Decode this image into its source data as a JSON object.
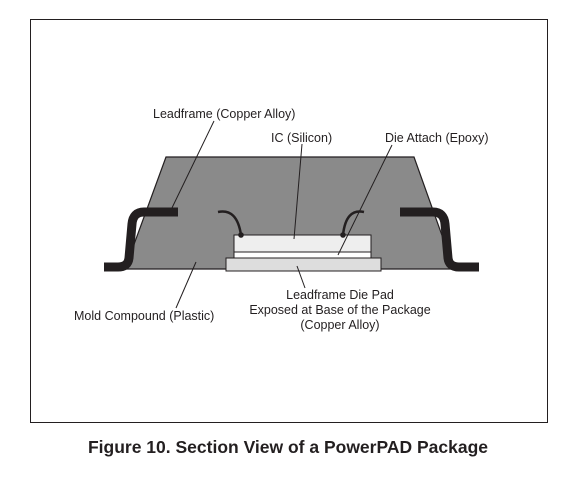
{
  "labels": {
    "leadframe": "Leadframe (Copper Alloy)",
    "ic": "IC (Silicon)",
    "die_attach": "Die Attach (Epoxy)",
    "mold_compound": "Mold Compound (Plastic)",
    "die_pad_line1": "Leadframe Die Pad",
    "die_pad_line2": "Exposed at Base of the Package",
    "die_pad_line3": "(Copper Alloy)"
  },
  "caption": "Figure 10. Section View of a PowerPAD Package",
  "colors": {
    "mold": "#8a8a8a",
    "lead": "#231f20",
    "die": "#eeeeee",
    "pad": "#dddddd",
    "outline": "#231f20"
  }
}
